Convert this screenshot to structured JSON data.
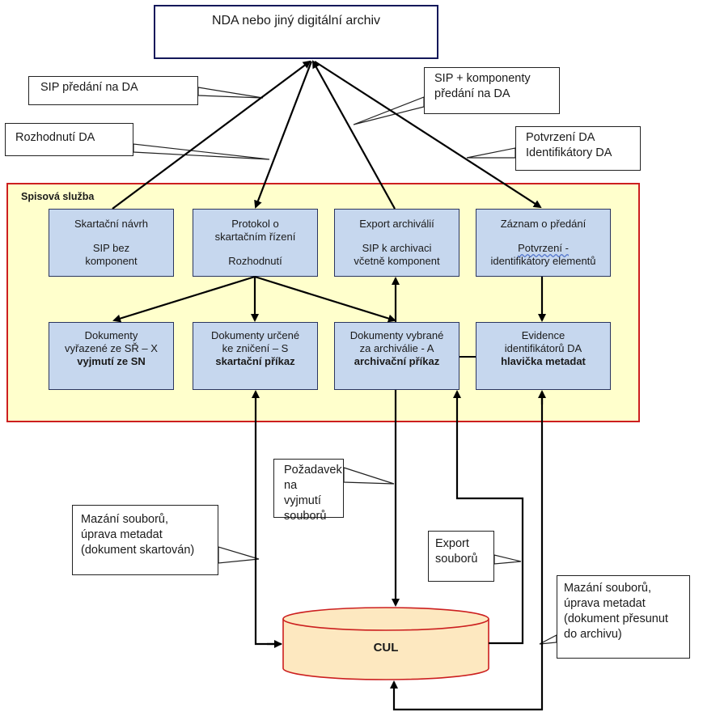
{
  "top_box": {
    "label": "NDA nebo jiný digitální  archiv"
  },
  "container": {
    "title": "Spisová služba"
  },
  "boxes_row1": [
    {
      "line1": "Skartační návrh",
      "line2": "SIP bez",
      "line3": "komponent"
    },
    {
      "line1": "Protokol o",
      "line1b": "skartačním řízení",
      "line2": "Rozhodnutí"
    },
    {
      "line1": "Export archiválií",
      "line2": "SIP k archivaci",
      "line3": "včetně komponent"
    },
    {
      "line1": "Záznam o předání",
      "line2": "Potvrzení -",
      "line3": "identifikátory elementů"
    }
  ],
  "boxes_row2": [
    {
      "line1": "Dokumenty",
      "line2": "vyřazené ze SŘ – X",
      "bold": "vyjmutí ze SN"
    },
    {
      "line1": "Dokumenty určené",
      "line2": "ke zničení – S",
      "bold": "skartační příkaz"
    },
    {
      "line1": "Dokumenty vybrané",
      "line2": "za archiválie - A",
      "bold": "archivační příkaz"
    },
    {
      "line1": "Evidence",
      "line2": "identifikátorů DA",
      "bold": "hlavička metadat"
    }
  ],
  "callouts": {
    "sip_predani": [
      "SIP  předání na DA"
    ],
    "rozhodnuti": [
      "Rozhodnutí DA"
    ],
    "sip_komponenty": [
      "SIP + komponenty",
      "předání na DA"
    ],
    "potvrzeni": [
      "Potvrzení DA",
      "Identifikátory DA"
    ],
    "pozadavek": [
      "Požadavek",
      "na vyjmutí",
      "souborů"
    ],
    "mazani_skartovan": [
      "Mazání souborů,",
      "úprava metadat",
      "(dokument skartován)"
    ],
    "export_souboru": [
      "Export",
      "souborů"
    ],
    "mazani_presunut": [
      "Mazání souborů,",
      "úprava metadat",
      "(dokument přesunut",
      "do archivu)"
    ]
  },
  "storage": {
    "label": "CUL"
  },
  "colors": {
    "container_border": "#cc1f1f",
    "container_fill": "#ffffcc",
    "box_fill": "#c6d7ee",
    "box_border": "#2a3560",
    "top_border": "#14185a",
    "cylinder_fill": "#fde8c0",
    "cylinder_border": "#cc1f1f"
  }
}
